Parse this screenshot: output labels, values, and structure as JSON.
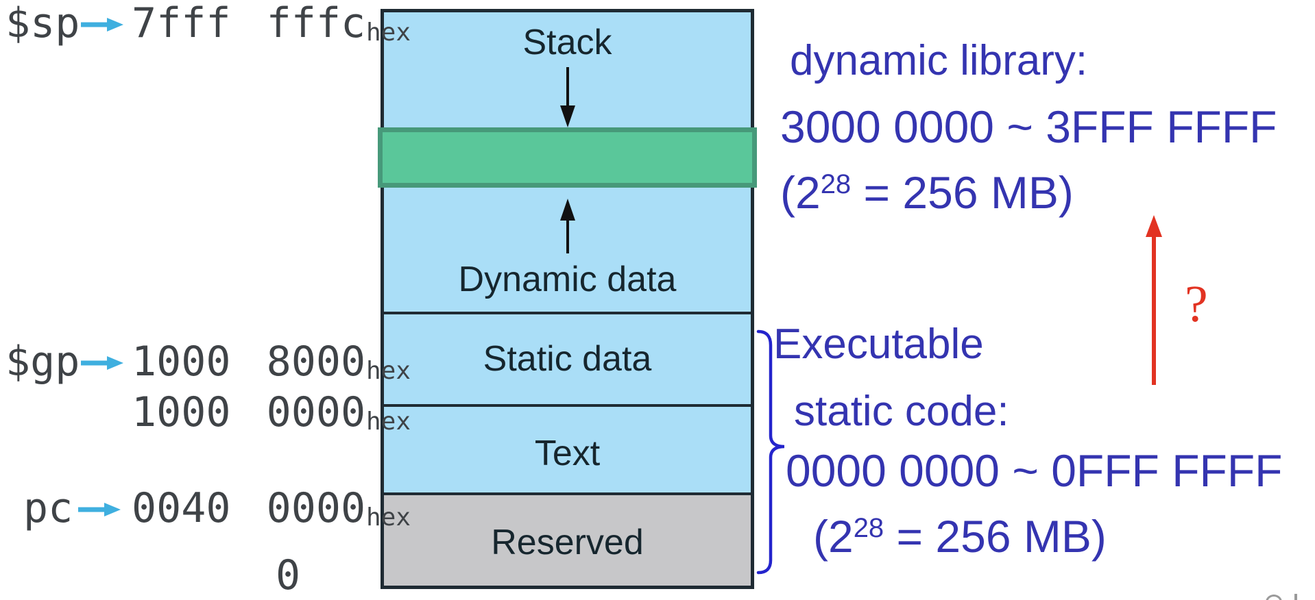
{
  "pointers": [
    {
      "register": "$sp",
      "address": "7fff fffc",
      "subscript": "hex"
    },
    {
      "register": "$gp",
      "address": "1000 8000",
      "subscript": "hex"
    },
    {
      "register": "",
      "address": "1000 0000",
      "subscript": "hex"
    },
    {
      "register": "pc",
      "address": "0040 0000",
      "subscript": "hex"
    },
    {
      "register": "",
      "address": "0",
      "subscript": ""
    }
  ],
  "memory_box": {
    "segments": [
      {
        "label": "Stack"
      },
      {
        "label": "Dynamic data"
      },
      {
        "label": "Static data"
      },
      {
        "label": "Text"
      },
      {
        "label": "Reserved"
      }
    ]
  },
  "annotations": {
    "dynamic_library": {
      "title": "dynamic library:",
      "range": "3000 0000 ~ 3FFF FFFF",
      "size_prefix": "(2",
      "size_exponent": "28",
      "size_suffix": " = 256 MB)"
    },
    "executable": {
      "title": "Executable",
      "subtitle": "static code:",
      "range": "0000 0000 ~ 0FFF FFFF",
      "size_prefix": "(2",
      "size_exponent": "28",
      "size_suffix": " = 256 MB)"
    },
    "question_mark": "?"
  },
  "colors": {
    "segment_fill": "#aadef7",
    "reserved_fill": "#c7c7c9",
    "heap_band_fill": "#5ac79a",
    "heap_band_border": "#47997a",
    "box_border": "#1f2b33",
    "pointer_arrow_cyan": "#3fafdf",
    "annotation_blue": "#3434b0",
    "brace_blue": "#2424cc",
    "arrow_red": "#e23322"
  }
}
